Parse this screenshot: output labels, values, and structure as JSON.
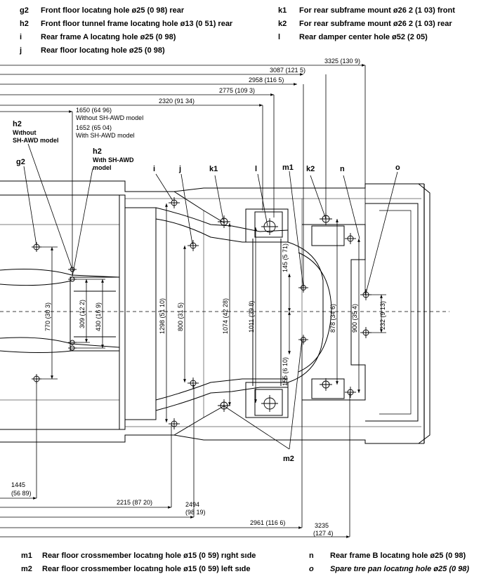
{
  "legend_top_left": [
    {
      "code": "g2",
      "text": "Front floor locatıng hole ø25 (0 98) rear"
    },
    {
      "code": "h2",
      "text": "Front floor tunnel frame locatıng hole ø13 (0 51) rear"
    },
    {
      "code": "i",
      "text": "Rear frame A locatıng hole ø25 (0 98)"
    },
    {
      "code": "j",
      "text": "Rear floor locatıng hole ø25 (0 98)"
    }
  ],
  "legend_top_right": [
    {
      "code": "k1",
      "text": "For rear subframe mount ø26 2 (1 03) front"
    },
    {
      "code": "k2",
      "text": "For rear subframe mount ø26 2 (1 03) rear"
    },
    {
      "code": "l",
      "text": "Rear damper center hole ø52 (2 05)"
    }
  ],
  "legend_bottom_left": [
    {
      "code": "m1",
      "text": "Rear floor crossmember locatıng hole ø15 (0 59) rıght sıde"
    },
    {
      "code": "m2",
      "text": "Rear floor crossmember locatıng hole ø15 (0 59) left sıde"
    }
  ],
  "legend_bottom_right": [
    {
      "code": "n",
      "text": "Rear frame B locatıng hole ø25 (0 98)"
    },
    {
      "code": "o",
      "text": "Spare tıre pan locatıng hole ø25 (0 98)"
    }
  ],
  "point_labels": {
    "g2": "g2",
    "h2": "h2",
    "i": "i",
    "j": "j",
    "k1": "k1",
    "l": "l",
    "m1": "m1",
    "k2": "k2",
    "n": "n",
    "o": "o",
    "m2": "m2"
  },
  "notes": {
    "h2_without_1": "Wıthout",
    "h2_without_2": "SH-AWD model",
    "h2_with_1": "Wıth SH-AWD",
    "h2_with_2": "model",
    "d1650_1": "1650 (64 96)",
    "d1650_2": "Without SH-AWD model",
    "d1652_1": "1652 (65 04)",
    "d1652_2": "With SH-AWD model"
  },
  "dims_top": {
    "d3325": "3325 (130 9)",
    "d3087": "3087 (121 5)",
    "d2958": "2958 (116 5)",
    "d2775": "2775 (109 3)",
    "d2320": "2320 (91 34)"
  },
  "dims_bottom": {
    "d1445_1": "1445",
    "d1445_2": "(56 89)",
    "d2215": "2215 (87 20)",
    "d2494_1": "2494",
    "d2494_2": "(98 19)",
    "d2961": "2961 (116 6)",
    "d3235_1": "3235",
    "d3235_2": "(127 4)"
  },
  "dims_vertical": {
    "d770": "770 (30 3)",
    "d309": "309 (12 2)",
    "d430": "430 (16 9)",
    "d1298": "1298 (51 10)",
    "d800": "800 (31 5)",
    "d1074": "1074 (42 28)",
    "d1011": "1011 (39 8)",
    "d145": "145 (5 71)",
    "d155": "155 (6 10)",
    "d878": "878 (34 6)",
    "d900": "900 (35 4)",
    "d232": "232 (9 13)"
  }
}
